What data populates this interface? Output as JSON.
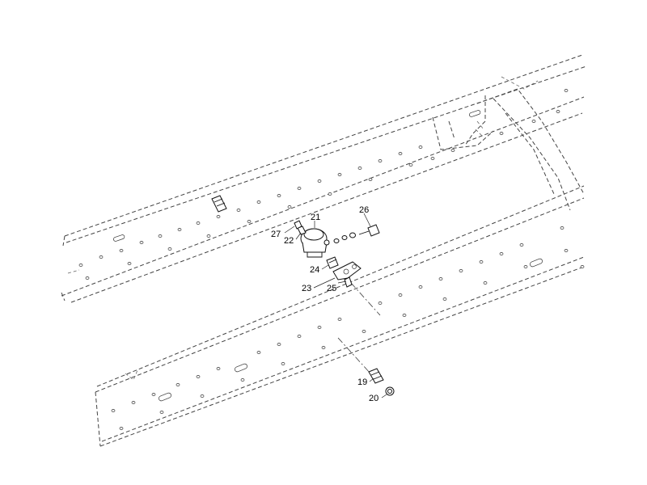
{
  "callouts": {
    "c19": "19",
    "c20": "20",
    "c21": "21",
    "c22": "22",
    "c23": "23",
    "c24": "24",
    "c25": "25",
    "c26": "26",
    "c27": "27"
  }
}
